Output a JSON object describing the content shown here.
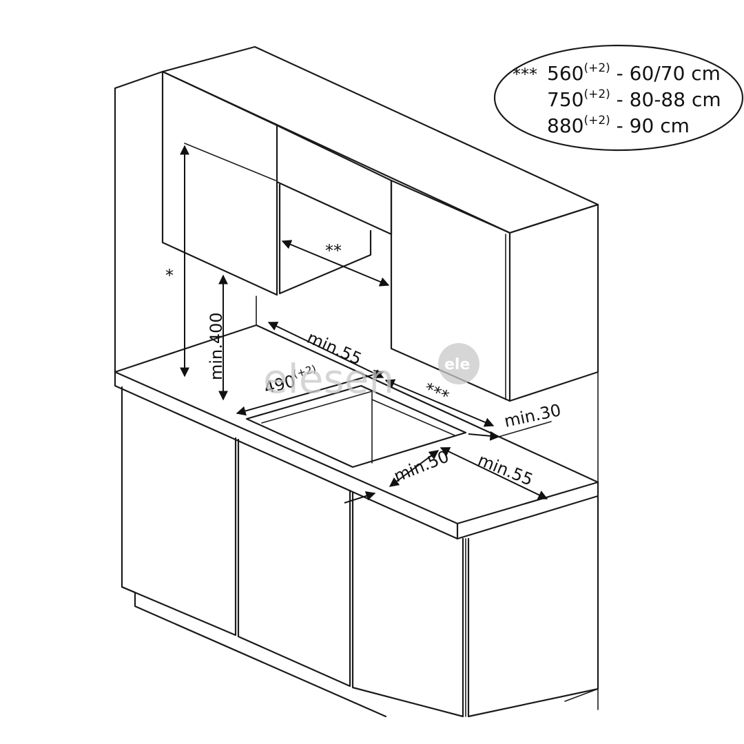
{
  "legend": {
    "marker": "***",
    "rows": [
      {
        "main": "560",
        "sup": "(+2)",
        "rest": " - 60/70 cm"
      },
      {
        "main": "750",
        "sup": "(+2)",
        "rest": " - 80-88 cm"
      },
      {
        "main": "880",
        "sup": "(+2)",
        "rest": " - 90 cm"
      }
    ]
  },
  "dimensions": {
    "star_single": "*",
    "star_double": "**",
    "star_triple": "***",
    "min_400": "min.400",
    "min_55_back": "min.55",
    "min_55_front": "min.55",
    "min_30": "min.30",
    "min_50": "min.50",
    "cutout_depth": {
      "main": "490",
      "sup": "(+2)"
    }
  },
  "watermark": {
    "text": "elesen",
    "logo": "ele",
    "color": "#c8c8c8"
  },
  "colors": {
    "line": "#1a1a1a",
    "background": "#ffffff"
  }
}
